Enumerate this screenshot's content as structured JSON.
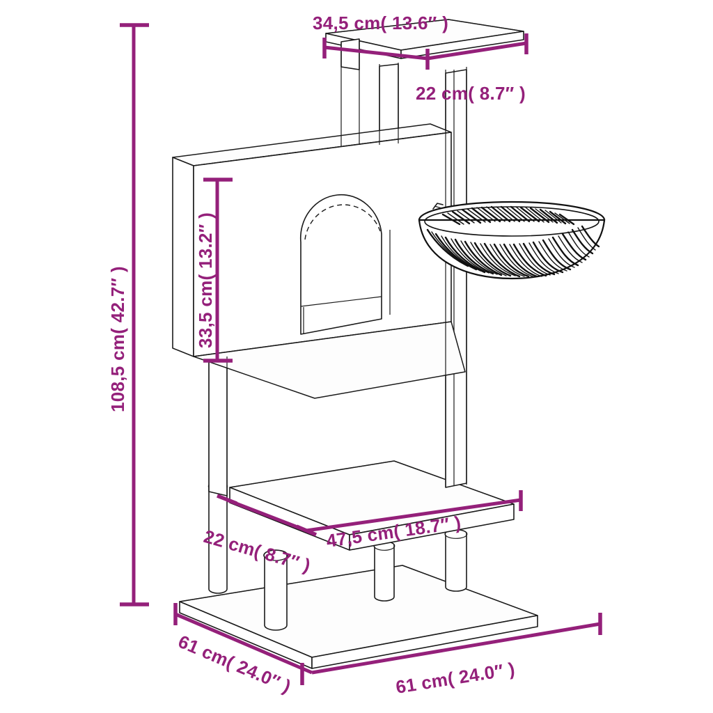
{
  "document": {
    "type": "product-dimension-drawing",
    "subject": "cat tree / cat scratching tower",
    "background_color": "#ffffff",
    "line_color": "#1a1a1a",
    "dimension_color": "#94207a"
  },
  "dimensions": {
    "top_platform_width": "34,5 cm( 13.6″  )",
    "top_platform_depth": "22 cm( 8.7″   )",
    "house_height": "33,5 cm( 13.2″  )",
    "total_height": "108,5 cm( 42.7″  )",
    "mid_shelf_depth": "22 cm( 8.7″  )",
    "mid_shelf_width": "47,5 cm( 18.7″   )",
    "base_depth": "61 cm( 24.0″  )",
    "base_width": "61 cm( 24.0″   )"
  },
  "parts": {
    "top_platform": "top-platform",
    "house": "cat-house-box",
    "house_entrance": "arched-entrance",
    "bowl": "hanging-bowl-bed",
    "mid_shelf": "middle-shelf",
    "base_board": "base-board",
    "posts": "scratching-posts"
  }
}
